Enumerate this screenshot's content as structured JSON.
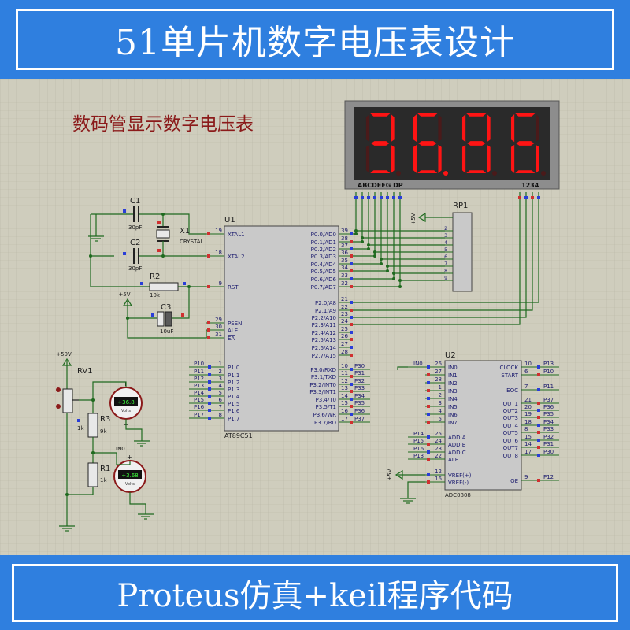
{
  "header": {
    "title": "51单片机数字电压表设计"
  },
  "footer": {
    "text": "Proteus仿真+keil程序代码"
  },
  "schematic": {
    "caption": "数码管显示数字电压表",
    "display": {
      "digits": "36.86",
      "segments_label": "ABCDEFG DP",
      "digit_select_label": "1234"
    },
    "colors": {
      "background": "#cfcdbd",
      "grid": "#b9b7a6",
      "wire": "#1f6a1f",
      "body": "#c9c9c9",
      "pin_text": "#1b1b6e",
      "part_label": "#1b1b1b",
      "caption": "#8b1a1a",
      "segment_on": "#ff1414",
      "banner": "#2f7fdf"
    },
    "mcu": {
      "ref": "U1",
      "part": "AT89C51",
      "left_pins": [
        {
          "num": "19",
          "name": "XTAL1"
        },
        {
          "num": "18",
          "name": "XTAL2"
        },
        {
          "num": "9",
          "name": "RST"
        },
        {
          "num": "29",
          "name": "PSEN"
        },
        {
          "num": "30",
          "name": "ALE"
        },
        {
          "num": "31",
          "name": "EA"
        },
        {
          "num": "1",
          "name": "P1.0",
          "net": "P10"
        },
        {
          "num": "2",
          "name": "P1.1",
          "net": "P11"
        },
        {
          "num": "3",
          "name": "P1.2",
          "net": "P12"
        },
        {
          "num": "4",
          "name": "P1.3",
          "net": "P13"
        },
        {
          "num": "5",
          "name": "P1.4",
          "net": "P14"
        },
        {
          "num": "6",
          "name": "P1.5",
          "net": "P15"
        },
        {
          "num": "7",
          "name": "P1.6",
          "net": "P16"
        },
        {
          "num": "8",
          "name": "P1.7",
          "net": "P17"
        }
      ],
      "right_pins": [
        {
          "num": "39",
          "name": "P0.0/AD0"
        },
        {
          "num": "38",
          "name": "P0.1/AD1"
        },
        {
          "num": "37",
          "name": "P0.2/AD2"
        },
        {
          "num": "36",
          "name": "P0.3/AD3"
        },
        {
          "num": "35",
          "name": "P0.4/AD4"
        },
        {
          "num": "34",
          "name": "P0.5/AD5"
        },
        {
          "num": "33",
          "name": "P0.6/AD6"
        },
        {
          "num": "32",
          "name": "P0.7/AD7"
        },
        {
          "num": "21",
          "name": "P2.0/A8"
        },
        {
          "num": "22",
          "name": "P2.1/A9"
        },
        {
          "num": "23",
          "name": "P2.2/A10"
        },
        {
          "num": "24",
          "name": "P2.3/A11"
        },
        {
          "num": "25",
          "name": "P2.4/A12"
        },
        {
          "num": "26",
          "name": "P2.5/A13"
        },
        {
          "num": "27",
          "name": "P2.6/A14"
        },
        {
          "num": "28",
          "name": "P2.7/A15"
        },
        {
          "num": "10",
          "name": "P3.0/RXD",
          "net": "P30"
        },
        {
          "num": "11",
          "name": "P3.1/TXD",
          "net": "P31"
        },
        {
          "num": "12",
          "name": "P3.2/INT0",
          "net": "P32"
        },
        {
          "num": "13",
          "name": "P3.3/INT1",
          "net": "P33"
        },
        {
          "num": "14",
          "name": "P3.4/T0",
          "net": "P34"
        },
        {
          "num": "15",
          "name": "P3.5/T1",
          "net": "P35"
        },
        {
          "num": "16",
          "name": "P3.6/WR",
          "net": "P36"
        },
        {
          "num": "17",
          "name": "P3.7/RD",
          "net": "P37"
        }
      ]
    },
    "adc": {
      "ref": "U2",
      "part": "ADC0808",
      "left_pins": [
        {
          "num": "26",
          "name": "IN0",
          "net": "IN0"
        },
        {
          "num": "27",
          "name": "IN1"
        },
        {
          "num": "28",
          "name": "IN2"
        },
        {
          "num": "1",
          "name": "IN3"
        },
        {
          "num": "2",
          "name": "IN4"
        },
        {
          "num": "3",
          "name": "IN5"
        },
        {
          "num": "4",
          "name": "IN6"
        },
        {
          "num": "5",
          "name": "IN7"
        },
        {
          "num": "25",
          "name": "ADD A",
          "net": "P14"
        },
        {
          "num": "24",
          "name": "ADD B",
          "net": "P15"
        },
        {
          "num": "23",
          "name": "ADD C",
          "net": "P16"
        },
        {
          "num": "22",
          "name": "ALE",
          "net": "P13"
        },
        {
          "num": "12",
          "name": "VREF(+)"
        },
        {
          "num": "16",
          "name": "VREF(-)"
        }
      ],
      "right_pins": [
        {
          "num": "10",
          "name": "CLOCK",
          "net": "P13"
        },
        {
          "num": "6",
          "name": "START",
          "net": "P10"
        },
        {
          "num": "7",
          "name": "EOC",
          "net": "P11"
        },
        {
          "num": "21",
          "name": "OUT1",
          "net": "P37"
        },
        {
          "num": "20",
          "name": "OUT2",
          "net": "P36"
        },
        {
          "num": "19",
          "name": "OUT3",
          "net": "P35"
        },
        {
          "num": "18",
          "name": "OUT4",
          "net": "P34"
        },
        {
          "num": "8",
          "name": "OUT5",
          "net": "P33"
        },
        {
          "num": "15",
          "name": "OUT6",
          "net": "P32"
        },
        {
          "num": "14",
          "name": "OUT7",
          "net": "P31"
        },
        {
          "num": "17",
          "name": "OUT8",
          "net": "P30"
        },
        {
          "num": "9",
          "name": "OE",
          "net": "P12"
        }
      ]
    },
    "rp1": {
      "ref": "RP1",
      "pins": [
        "2",
        "3",
        "4",
        "5",
        "6",
        "7",
        "8",
        "9"
      ],
      "supply": "+5V"
    },
    "crystal": {
      "ref": "X1",
      "value": "CRYSTAL"
    },
    "c1": {
      "ref": "C1",
      "value": "30pF"
    },
    "c2": {
      "ref": "C2",
      "value": "30pF"
    },
    "r2": {
      "ref": "R2",
      "value": "10k"
    },
    "c3": {
      "ref": "C3",
      "value": "10uF"
    },
    "reset_supply": "+5V",
    "pot": {
      "ref": "RV1",
      "value": "1k",
      "supply": "+50V"
    },
    "r3": {
      "ref": "R3",
      "value": "9k"
    },
    "r1": {
      "ref": "R1",
      "value": "1k"
    },
    "meter_top": {
      "reading": "+36.8",
      "unit": "Volts"
    },
    "meter_bottom": {
      "reading": "+3.68",
      "unit": "Volts"
    },
    "net_in0": "IN0",
    "adc_supply": "+5V"
  }
}
